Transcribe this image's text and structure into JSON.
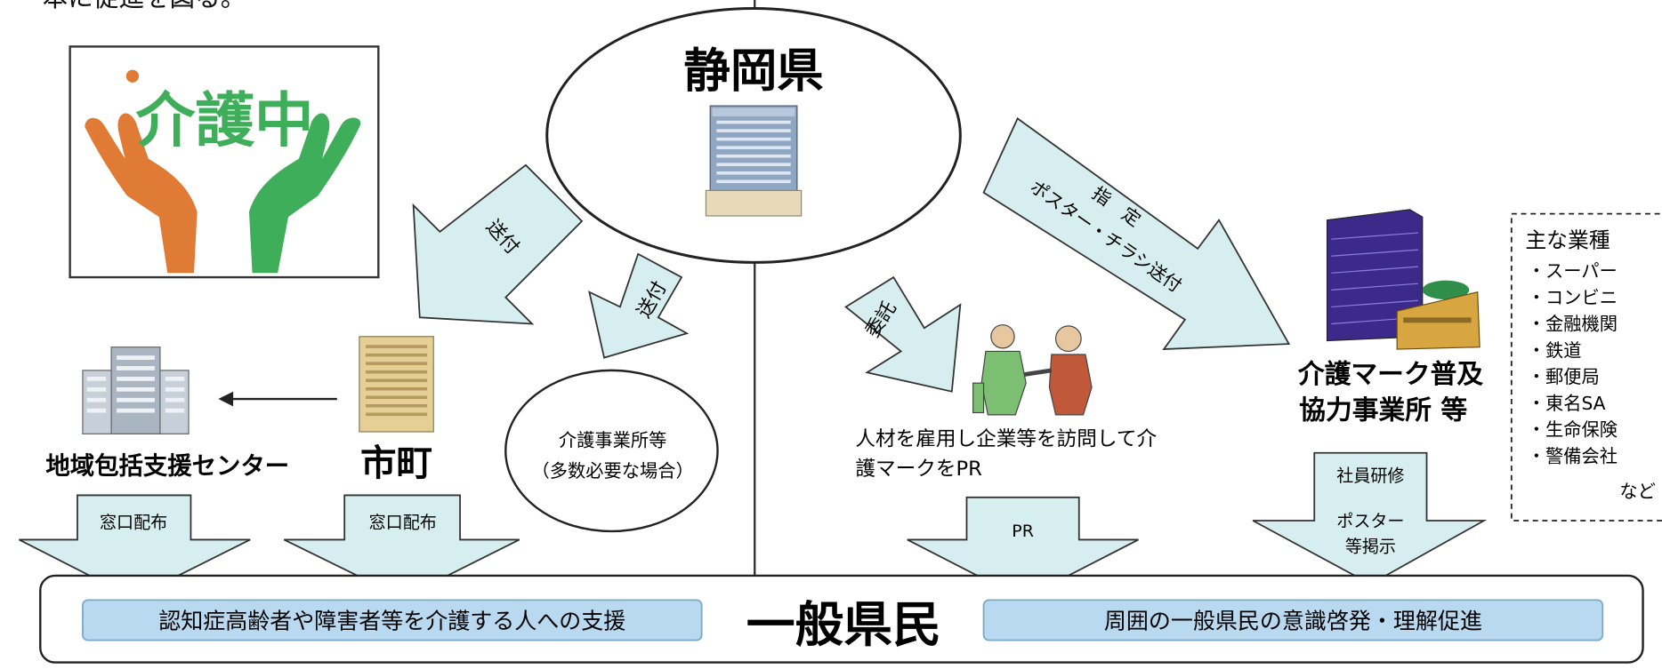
{
  "top_text": "本に促進を図る。",
  "logo": {
    "text": "介護中"
  },
  "prefecture": {
    "label": "静岡県"
  },
  "arrows": {
    "to_city": "送付",
    "to_care": "送付",
    "consign": "委託",
    "designate_1": "指　定",
    "designate_2": "ポスター・チラシ送付"
  },
  "center": {
    "label": "地域包括支援センター"
  },
  "city": {
    "label": "市町"
  },
  "care_office": {
    "line1": "介護事業所等",
    "line2": "（多数必要な場合）"
  },
  "pr_person": {
    "line1": "人材を雇用し企業等を訪問して介",
    "line2": "護マークをPR"
  },
  "partner": {
    "line1": "介護マーク普及",
    "line2": "協力事業所 等"
  },
  "business_types": {
    "title": "主な業種",
    "items": [
      "・スーパー",
      "・コンビニ",
      "・金融機関",
      "・鉄道",
      "・郵便局",
      "・東名SA",
      "・生命保険",
      "・警備会社"
    ],
    "etc": "など"
  },
  "down_arrows": {
    "center": "窓口配布",
    "city": "窓口配布",
    "pr": "PR",
    "partner_1": "社員研修",
    "partner_2": "ポスター",
    "partner_3": "等掲示"
  },
  "bottom": {
    "left_banner": "認知症高齢者や障害者等を介護する人への支援",
    "title": "一般県民",
    "right_banner": "周囲の一般県民の意識啓発・理解促進"
  },
  "colors": {
    "arrow_fill": "#d6eef0",
    "banner_fill": "#b8d9ef",
    "logo_orange": "#e07b36",
    "logo_green": "#3fae5a"
  }
}
